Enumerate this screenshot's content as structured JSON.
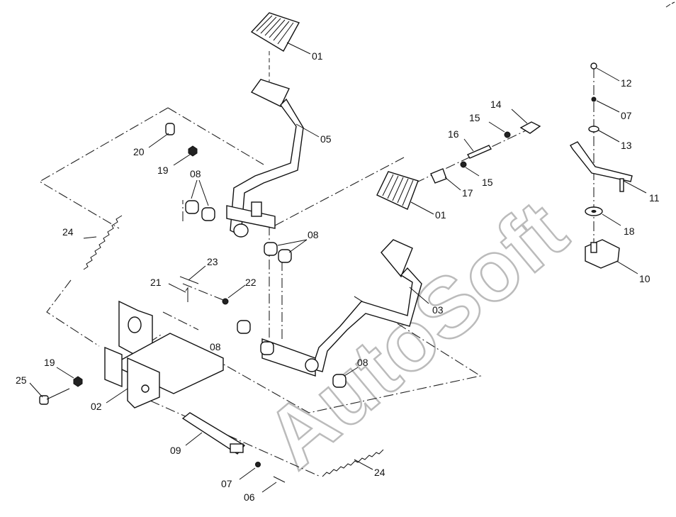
{
  "watermark": "AutoSoft",
  "callouts": [
    {
      "id": "c01a",
      "text": "01"
    },
    {
      "id": "c05",
      "text": "05"
    },
    {
      "id": "c20",
      "text": "20"
    },
    {
      "id": "c19a",
      "text": "19"
    },
    {
      "id": "c08a",
      "text": "08"
    },
    {
      "id": "c08b",
      "text": "08"
    },
    {
      "id": "c24a",
      "text": "24"
    },
    {
      "id": "c23",
      "text": "23"
    },
    {
      "id": "c21",
      "text": "21"
    },
    {
      "id": "c22",
      "text": "22"
    },
    {
      "id": "c08c",
      "text": "08"
    },
    {
      "id": "c08d",
      "text": "08"
    },
    {
      "id": "c19b",
      "text": "19"
    },
    {
      "id": "c25",
      "text": "25"
    },
    {
      "id": "c02",
      "text": "02"
    },
    {
      "id": "c09",
      "text": "09"
    },
    {
      "id": "c07a",
      "text": "07"
    },
    {
      "id": "c06",
      "text": "06"
    },
    {
      "id": "c24b",
      "text": "24"
    },
    {
      "id": "c03",
      "text": "03"
    },
    {
      "id": "c01b",
      "text": "01"
    },
    {
      "id": "c17",
      "text": "17"
    },
    {
      "id": "c16",
      "text": "16"
    },
    {
      "id": "c15a",
      "text": "15"
    },
    {
      "id": "c15b",
      "text": "15"
    },
    {
      "id": "c14",
      "text": "14"
    },
    {
      "id": "c12",
      "text": "12"
    },
    {
      "id": "c07b",
      "text": "07"
    },
    {
      "id": "c13",
      "text": "13"
    },
    {
      "id": "c11",
      "text": "11"
    },
    {
      "id": "c18",
      "text": "18"
    },
    {
      "id": "c10",
      "text": "10"
    }
  ]
}
